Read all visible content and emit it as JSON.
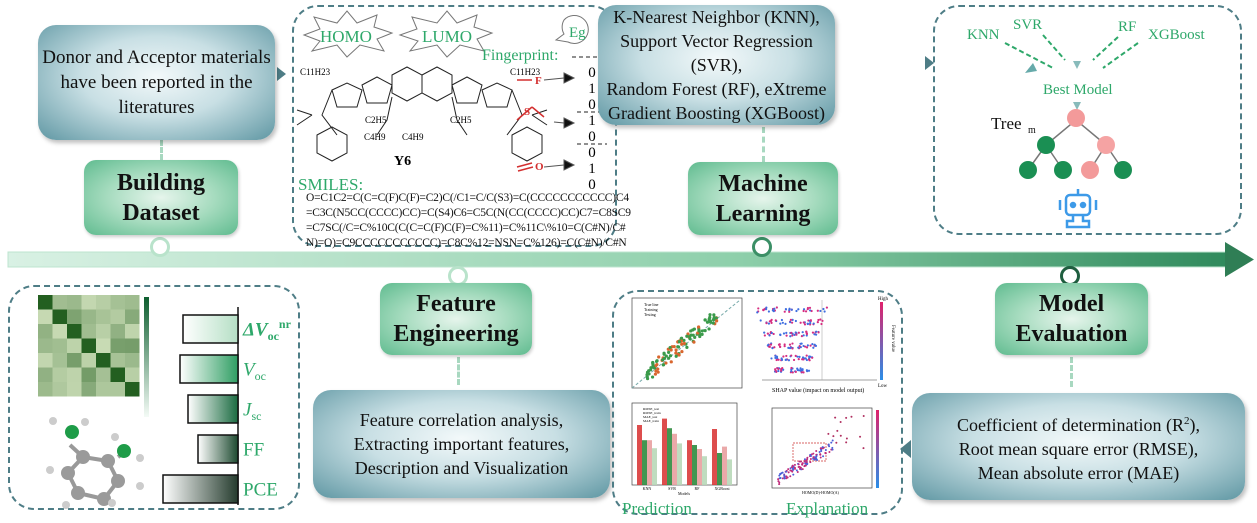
{
  "stages": {
    "building_dataset": {
      "title_line1": "Building",
      "title_line2": "Dataset",
      "description": "Donor and Acceptor materials have been reported in the literatures"
    },
    "feature_engineering": {
      "title_line1": "Feature",
      "title_line2": "Engineering",
      "description_lines": [
        "Feature correlation analysis,",
        "Extracting important features,",
        "Description and Visualization"
      ]
    },
    "machine_learning": {
      "title_line1": "Machine",
      "title_line2": "Learning",
      "description_lines": [
        "K-Nearest Neighbor (KNN),",
        "Support Vector Regression (SVR),",
        "Random Forest (RF), eXtreme",
        "Gradient Boosting (XGBoost)"
      ]
    },
    "model_evaluation": {
      "title_line1": "Model",
      "title_line2": "Evaluation",
      "description_lines": [
        "Coefficient of determination (R",
        "2",
        "),",
        "Root mean square error (RMSE),",
        "Mean absolute error (MAE)"
      ]
    }
  },
  "molecule_panel": {
    "homo": "HOMO",
    "lumo": "LUMO",
    "eg": "Eg",
    "fingerprint_label": "Fingerprint:",
    "fingerprint_bits": [
      "0",
      "1",
      "0",
      "1",
      "0",
      "0",
      "1",
      "0"
    ],
    "molecule_name": "Y6",
    "side_chain_1": "C11H23",
    "side_chain_2": "C2H5",
    "side_chain_3": "C4H9",
    "fragments": [
      "F",
      "S",
      "O"
    ],
    "smiles_label": "SMILES:",
    "smiles_lines": [
      "O=C1C2=C(C=C(F)C(F)=C2)C(/C1=C/C(S3)=C(CCCCCCCCCCC)C4",
      "=C3C(N5CC(CCCC)CC)=C(S4)C6=C5C(N(CC(CCCC)CC)C7=C8SC9",
      "=C7SC(/C=C%10C(C(C=C(F)C(F)=C%11)=C%11C\\%10=C(C#N)/C#",
      "N)=O)=C9CCCCCCCCCCC)=C8C%12=NSN=C%126)=C(C#N)/C#N"
    ]
  },
  "model_panel": {
    "models": [
      "KNN",
      "SVR",
      "RF",
      "XGBoost"
    ],
    "best_model": "Best Model",
    "tree_label": "Tree",
    "tree_subscript": "m",
    "robot_icon": "robot-icon"
  },
  "feature_panel": {
    "features": [
      {
        "label": "ΔV",
        "sub": "oc",
        "sup": "nr",
        "importance": 0.55
      },
      {
        "label": "V",
        "sub": "oc",
        "sup": "",
        "importance": 0.58
      },
      {
        "label": "J",
        "sub": "sc",
        "sup": "",
        "importance": 0.5
      },
      {
        "label": "FF",
        "sub": "",
        "sup": "",
        "importance": 0.4
      },
      {
        "label": "PCE",
        "sub": "",
        "sup": "",
        "importance": 0.75
      }
    ]
  },
  "plots_panel": {
    "prediction_label": "Prediction",
    "explanation_label": "Explanation",
    "shap_xlabel": "SHAP value (impact on model output)",
    "shap_high": "High",
    "shap_low": "Low",
    "shap_colorbar_label": "Feature value",
    "legend": [
      "True line",
      "Training",
      "Testing"
    ],
    "bar_models": [
      "KNN",
      "SVR",
      "RF",
      "XGBoost"
    ],
    "bar_legend": [
      "RMSE_test",
      "RMSE_train",
      "MAE_test",
      "MAE_train"
    ],
    "dep_xlabel": "HOMO(D)-HOMO(A)",
    "bar_xlabel": "Models"
  },
  "colors": {
    "accent_green": "#2ea86a",
    "dash": "#4e7d86",
    "timeline": "#5fb98c"
  }
}
